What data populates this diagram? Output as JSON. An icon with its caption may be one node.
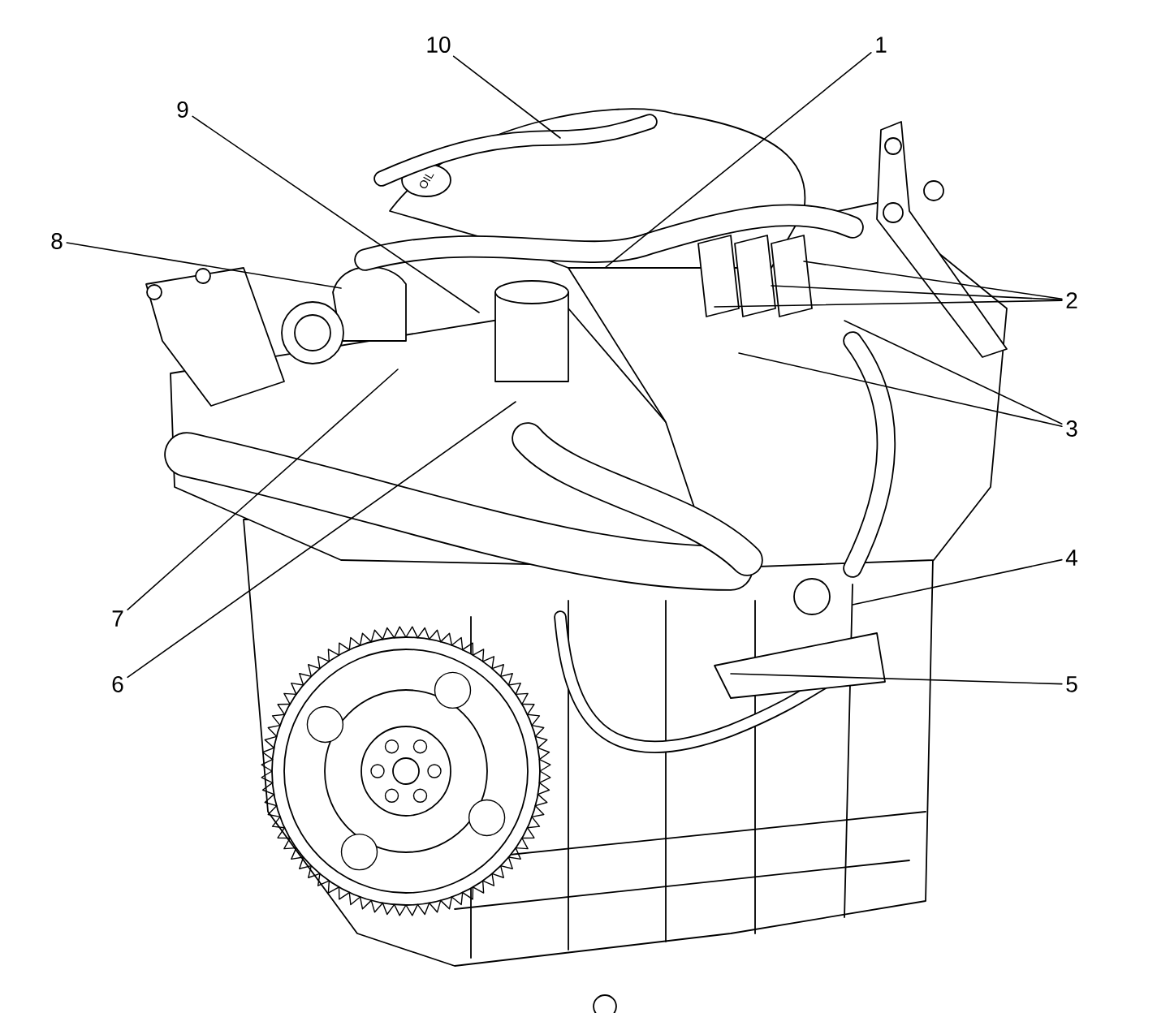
{
  "diagram": {
    "nodes": [
      {
        "text": [
          "1"
        ]
      },
      {
        "text": [
          "2"
        ]
      },
      {
        "text": [
          "3"
        ]
      },
      {
        "text": [
          "4"
        ]
      },
      {
        "text": [
          "5"
        ]
      },
      {
        "text": [
          "6"
        ]
      },
      {
        "text": [
          "7"
        ]
      },
      {
        "text": [
          "8"
        ]
      },
      {
        "text": [
          "9"
        ]
      },
      {
        "text": [
          "10"
        ]
      }
    ],
    "edges": [
      {
        "from": 0,
        "to": null,
        "arrow": "none"
      },
      {
        "from": 1,
        "to": null,
        "arrow": "none"
      },
      {
        "from": 1,
        "to": null,
        "arrow": "none"
      },
      {
        "from": 1,
        "to": null,
        "arrow": "none"
      },
      {
        "from": 2,
        "to": null,
        "arrow": "none"
      },
      {
        "from": 2,
        "to": null,
        "arrow": "none"
      },
      {
        "from": 3,
        "to": null,
        "arrow": "none"
      },
      {
        "from": 4,
        "to": null,
        "arrow": "none"
      },
      {
        "from": 5,
        "to": null,
        "arrow": "none"
      },
      {
        "from": 6,
        "to": null,
        "arrow": "none"
      },
      {
        "from": 7,
        "to": null,
        "arrow": "none"
      },
      {
        "from": 8,
        "to": null,
        "arrow": "none"
      },
      {
        "from": 9,
        "to": null,
        "arrow": "none"
      }
    ],
    "labels": [
      "OIL"
    ]
  }
}
